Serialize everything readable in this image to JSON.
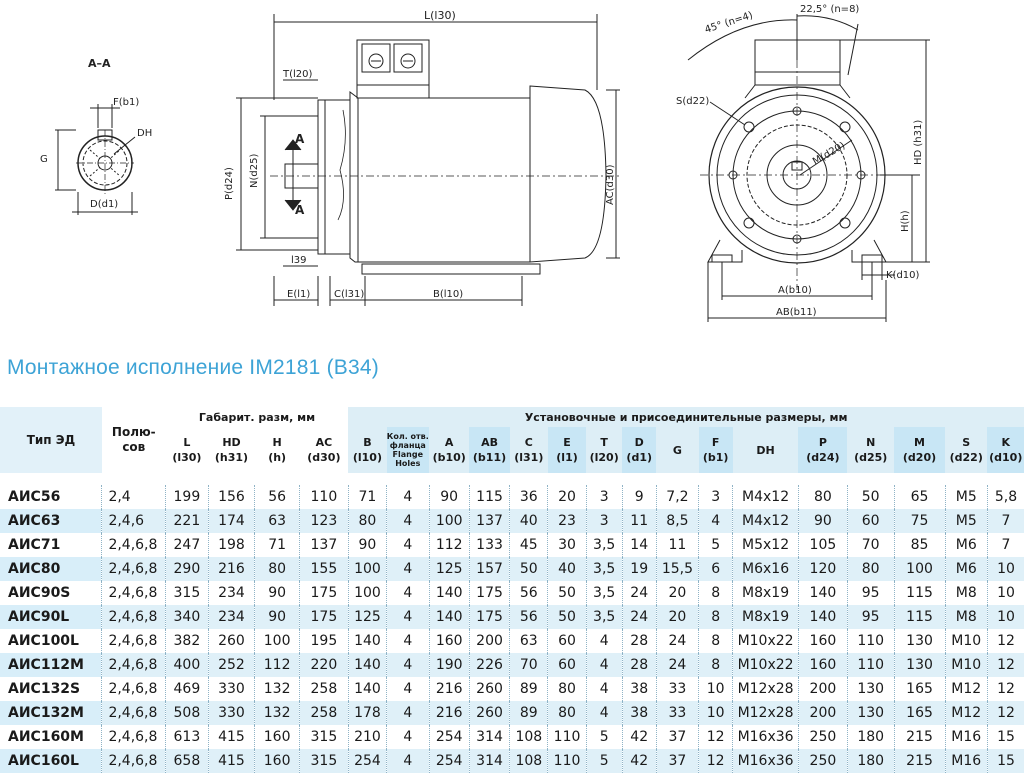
{
  "drawing": {
    "section_label": "A–A",
    "labels": {
      "F_b1": "F(b1)",
      "G": "G",
      "DH": "DH",
      "D_d1": "D(d1)",
      "L_l30": "L(l30)",
      "T_l20": "T(l20)",
      "P_d24": "P(d24)",
      "N_d25": "N(d25)",
      "A": "A",
      "AC_d30": "AC(d30)",
      "l39": "l39",
      "E_l1": "E(l1)",
      "C_l31": "C(l31)",
      "B_l10": "B(l10)",
      "angle45": "45° (n=4)",
      "angle22": "22,5° (n=8)",
      "S_d22": "S(d22)",
      "M_d20": "M(d20)",
      "HD_h31": "HD (h31)",
      "H_h": "H(h)",
      "K_d10": "K(d10)",
      "A_b10": "A(b10)",
      "AB_b11": "AB(b11)"
    }
  },
  "title": "Монтажное исполнение IM2181 (B34)",
  "table": {
    "col_type": "Тип ЭД",
    "col_poles_1": "Полю-",
    "col_poles_2": "сов",
    "group_gabarit": "Габарит. разм, мм",
    "group_install": "Установочные и присоединительные размеры, мм",
    "columns": [
      {
        "name": "L",
        "sub": "(l30)"
      },
      {
        "name": "HD",
        "sub": "(h31)"
      },
      {
        "name": "H",
        "sub": "(h)"
      },
      {
        "name": "AC",
        "sub": "(d30)"
      },
      {
        "name": "B",
        "sub": "(l10)"
      },
      {
        "name": "Кол. отв. фланца",
        "sub": "Flange Holes"
      },
      {
        "name": "A",
        "sub": "(b10)"
      },
      {
        "name": "AB",
        "sub": "(b11)"
      },
      {
        "name": "C",
        "sub": "(l31)"
      },
      {
        "name": "E",
        "sub": "(l1)"
      },
      {
        "name": "T",
        "sub": "(l20)"
      },
      {
        "name": "D",
        "sub": "(d1)"
      },
      {
        "name": "G",
        "sub": ""
      },
      {
        "name": "F",
        "sub": "(b1)"
      },
      {
        "name": "DH",
        "sub": ""
      },
      {
        "name": "P",
        "sub": "(d24)"
      },
      {
        "name": "N",
        "sub": "(d25)"
      },
      {
        "name": "M",
        "sub": "(d20)"
      },
      {
        "name": "S",
        "sub": "(d22)"
      },
      {
        "name": "K",
        "sub": "(d10)"
      }
    ],
    "rows": [
      [
        "АИС56",
        "2,4",
        "199",
        "156",
        "56",
        "110",
        "71",
        "4",
        "90",
        "115",
        "36",
        "20",
        "3",
        "9",
        "7,2",
        "3",
        "M4x12",
        "80",
        "50",
        "65",
        "M5",
        "5,8"
      ],
      [
        "АИС63",
        "2,4,6",
        "221",
        "174",
        "63",
        "123",
        "80",
        "4",
        "100",
        "137",
        "40",
        "23",
        "3",
        "11",
        "8,5",
        "4",
        "M4x12",
        "90",
        "60",
        "75",
        "M5",
        "7"
      ],
      [
        "АИС71",
        "2,4,6,8",
        "247",
        "198",
        "71",
        "137",
        "90",
        "4",
        "112",
        "133",
        "45",
        "30",
        "3,5",
        "14",
        "11",
        "5",
        "M5x12",
        "105",
        "70",
        "85",
        "M6",
        "7"
      ],
      [
        "АИС80",
        "2,4,6,8",
        "290",
        "216",
        "80",
        "155",
        "100",
        "4",
        "125",
        "157",
        "50",
        "40",
        "3,5",
        "19",
        "15,5",
        "6",
        "M6x16",
        "120",
        "80",
        "100",
        "M6",
        "10"
      ],
      [
        "АИС90S",
        "2,4,6,8",
        "315",
        "234",
        "90",
        "175",
        "100",
        "4",
        "140",
        "175",
        "56",
        "50",
        "3,5",
        "24",
        "20",
        "8",
        "M8x19",
        "140",
        "95",
        "115",
        "M8",
        "10"
      ],
      [
        "АИС90L",
        "2,4,6,8",
        "340",
        "234",
        "90",
        "175",
        "125",
        "4",
        "140",
        "175",
        "56",
        "50",
        "3,5",
        "24",
        "20",
        "8",
        "M8x19",
        "140",
        "95",
        "115",
        "M8",
        "10"
      ],
      [
        "АИС100L",
        "2,4,6,8",
        "382",
        "260",
        "100",
        "195",
        "140",
        "4",
        "160",
        "200",
        "63",
        "60",
        "4",
        "28",
        "24",
        "8",
        "M10x22",
        "160",
        "110",
        "130",
        "M10",
        "12"
      ],
      [
        "АИС112M",
        "2,4,6,8",
        "400",
        "252",
        "112",
        "220",
        "140",
        "4",
        "190",
        "226",
        "70",
        "60",
        "4",
        "28",
        "24",
        "8",
        "M10x22",
        "160",
        "110",
        "130",
        "M10",
        "12"
      ],
      [
        "АИС132S",
        "2,4,6,8",
        "469",
        "330",
        "132",
        "258",
        "140",
        "4",
        "216",
        "260",
        "89",
        "80",
        "4",
        "38",
        "33",
        "10",
        "M12x28",
        "200",
        "130",
        "165",
        "M12",
        "12"
      ],
      [
        "АИС132M",
        "2,4,6,8",
        "508",
        "330",
        "132",
        "258",
        "178",
        "4",
        "216",
        "260",
        "89",
        "80",
        "4",
        "38",
        "33",
        "10",
        "M12x28",
        "200",
        "130",
        "165",
        "M12",
        "12"
      ],
      [
        "АИС160M",
        "2,4,6,8",
        "613",
        "415",
        "160",
        "315",
        "210",
        "4",
        "254",
        "314",
        "108",
        "110",
        "5",
        "42",
        "37",
        "12",
        "M16x36",
        "250",
        "180",
        "215",
        "M16",
        "15"
      ],
      [
        "АИС160L",
        "2,4,6,8",
        "658",
        "415",
        "160",
        "315",
        "254",
        "4",
        "254",
        "314",
        "108",
        "110",
        "5",
        "42",
        "37",
        "12",
        "M16x36",
        "250",
        "180",
        "215",
        "M16",
        "15"
      ]
    ]
  }
}
